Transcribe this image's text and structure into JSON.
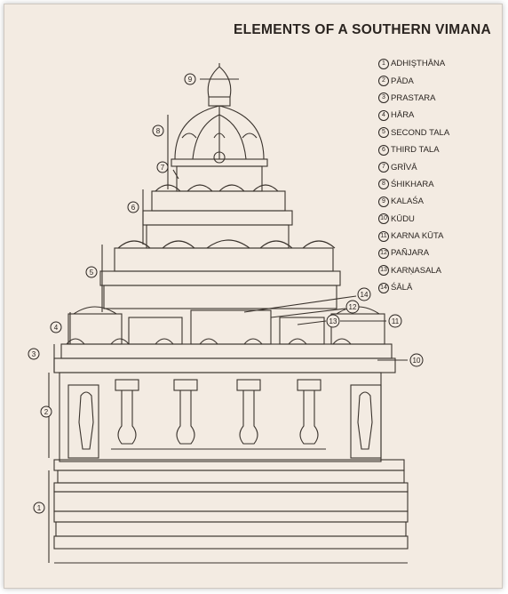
{
  "title": "ELEMENTS OF A SOUTHERN VIMANA",
  "legend": [
    {
      "num": "1",
      "label": "ADHIŞTHĀNA"
    },
    {
      "num": "2",
      "label": "PĀDA"
    },
    {
      "num": "3",
      "label": "PRASTARA"
    },
    {
      "num": "4",
      "label": "HĀRA"
    },
    {
      "num": "5",
      "label": "SECOND TALA"
    },
    {
      "num": "6",
      "label": "THIRD TALA"
    },
    {
      "num": "7",
      "label": "GRĪVĀ"
    },
    {
      "num": "8",
      "label": "ŚHIKHARA"
    },
    {
      "num": "9",
      "label": "KALAŚA"
    },
    {
      "num": "10",
      "label": "KŪDU"
    },
    {
      "num": "11",
      "label": "KARNA KŪTA"
    },
    {
      "num": "12",
      "label": "PAÑJARA"
    },
    {
      "num": "13",
      "label": "KARŅASALA"
    },
    {
      "num": "14",
      "label": "ŚĀLĀ"
    }
  ],
  "callouts": [
    "1",
    "2",
    "3",
    "4",
    "5",
    "6",
    "7",
    "8",
    "9",
    "10",
    "11",
    "12",
    "13",
    "14"
  ]
}
